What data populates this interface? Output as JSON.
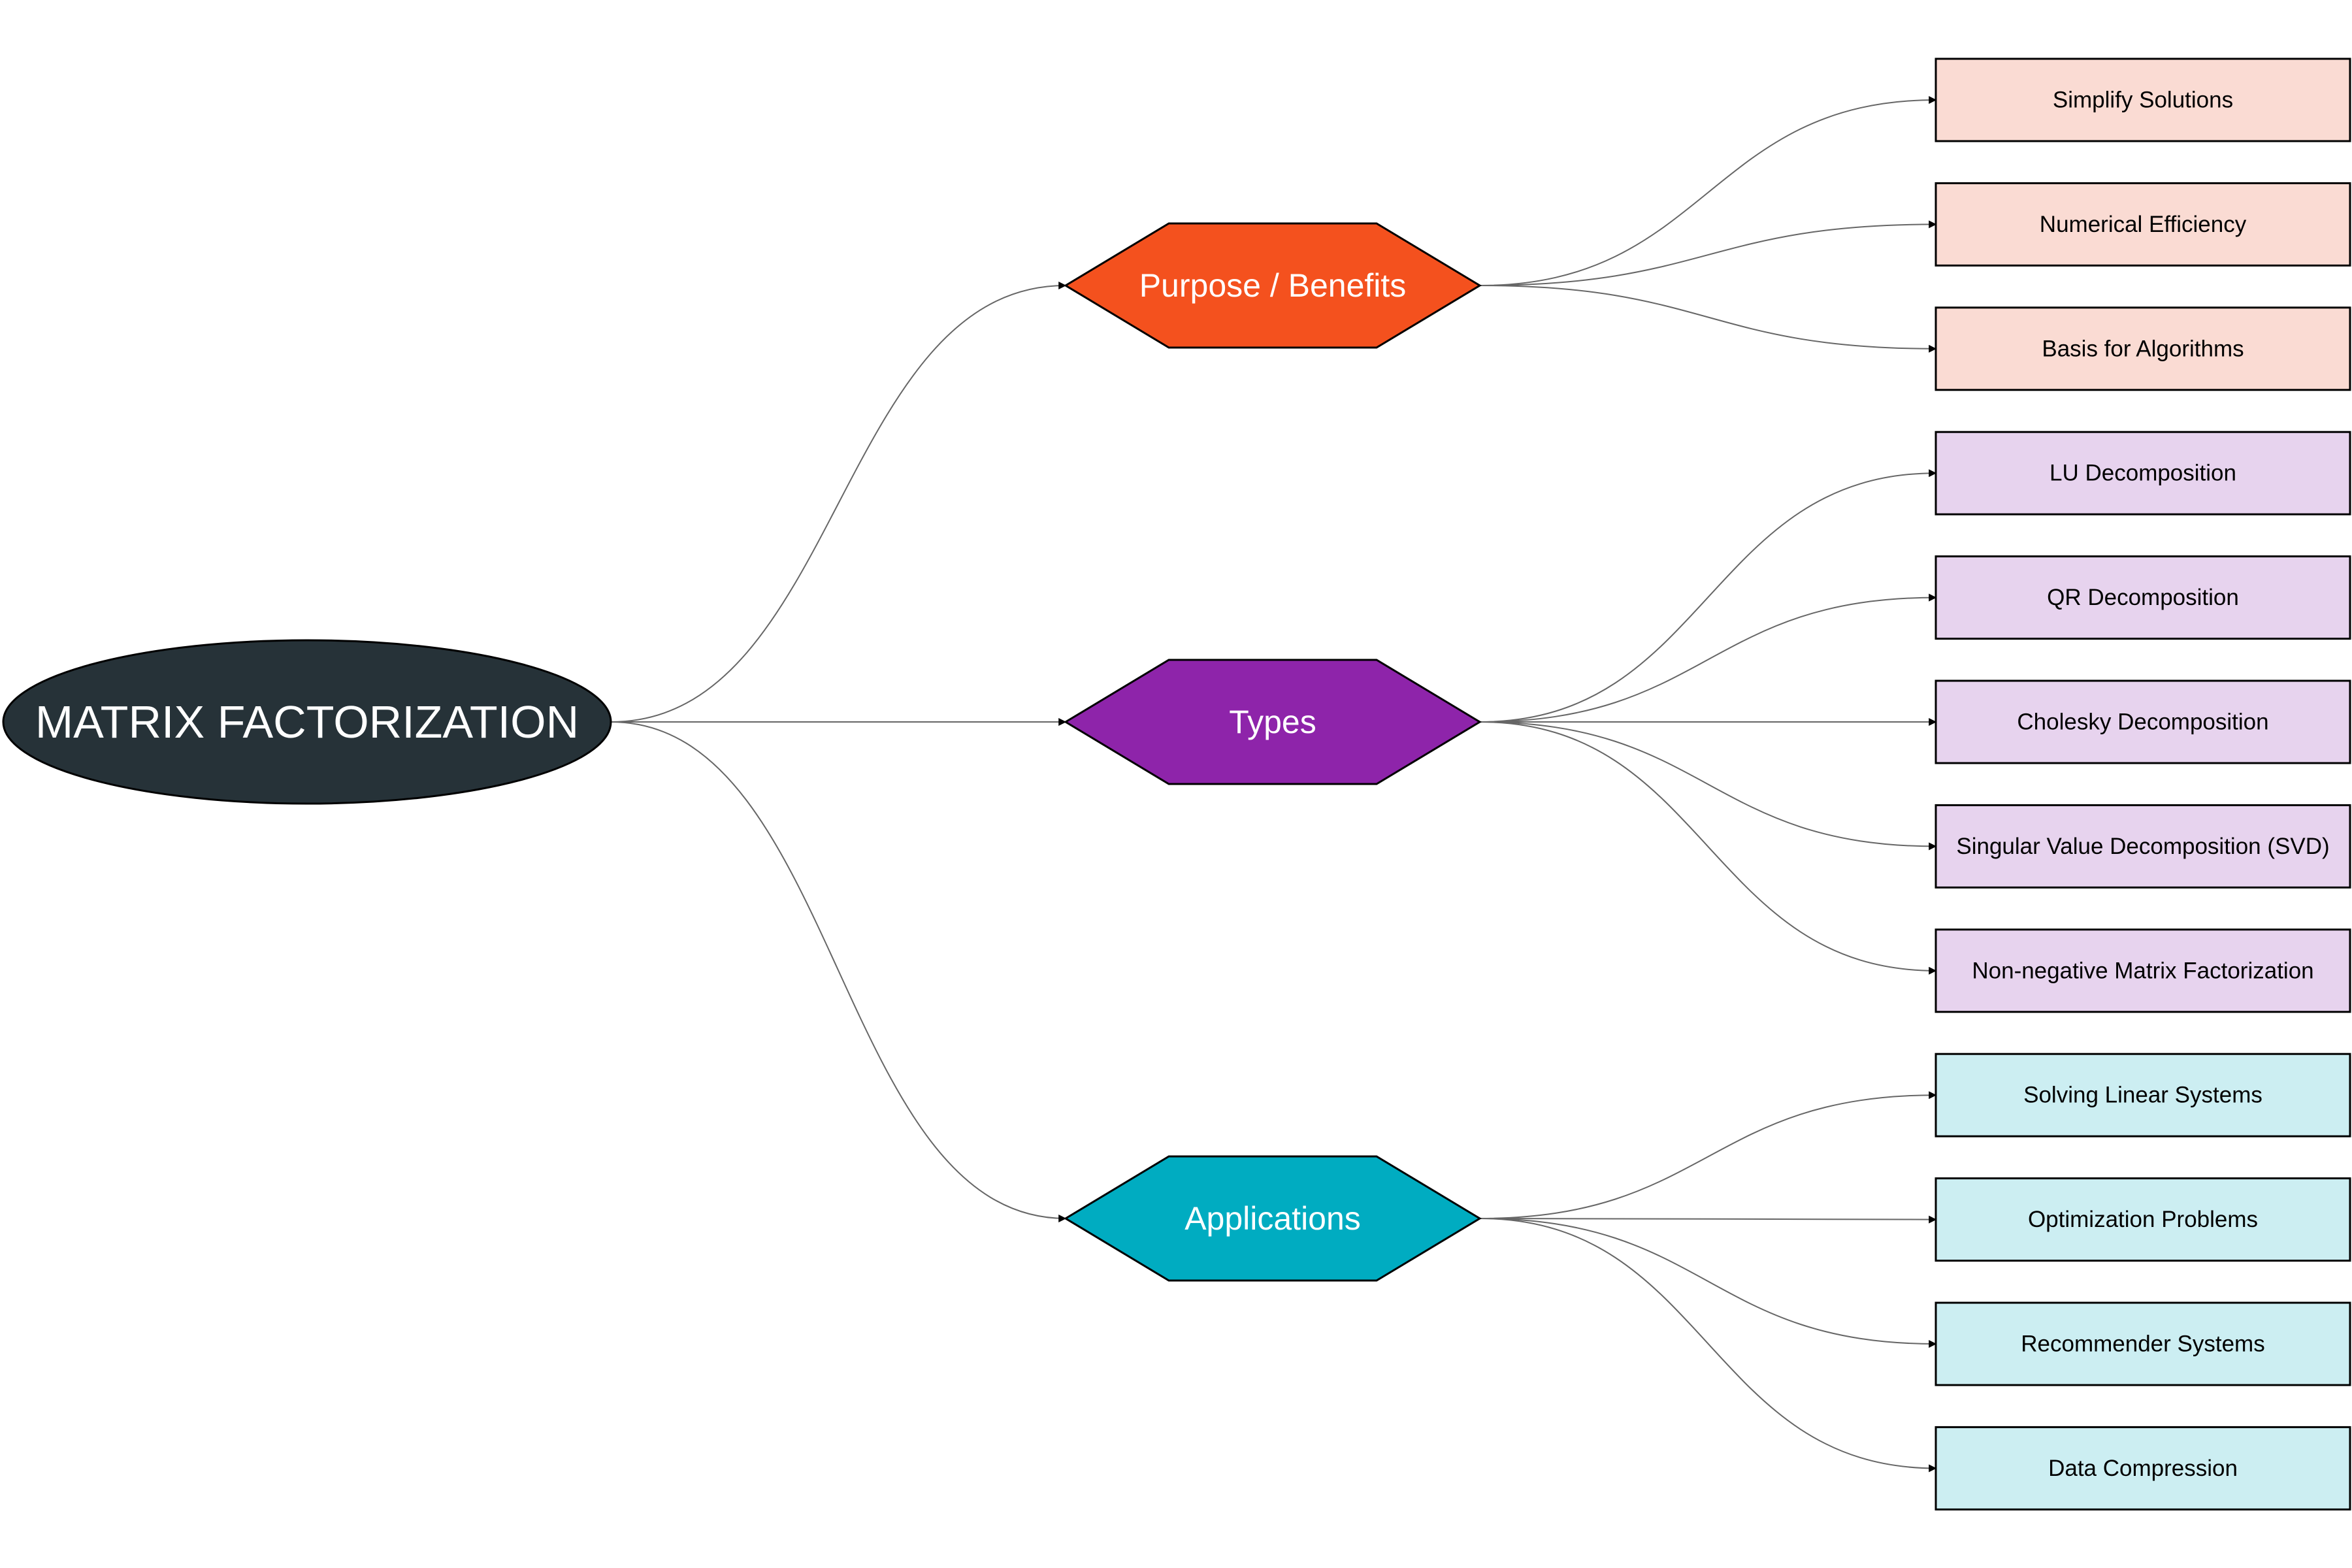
{
  "diagram": {
    "root": {
      "label": "MATRIX FACTORIZATION",
      "color": "#263238"
    },
    "categories": [
      {
        "label": "Purpose / Benefits",
        "color": "#F4511E",
        "leaf_color": "#FADBD3",
        "children": [
          "Simplify Solutions",
          "Numerical Efficiency",
          "Basis for Algorithms"
        ]
      },
      {
        "label": "Types",
        "color": "#8E24AA",
        "leaf_color": "#E7D3EE",
        "children": [
          "LU Decomposition",
          "QR Decomposition",
          "Cholesky Decomposition",
          "Singular Value Decomposition (SVD)",
          "Non-negative Matrix Factorization"
        ]
      },
      {
        "label": "Applications",
        "color": "#00ACC1",
        "leaf_color": "#CCEEF2",
        "children": [
          "Solving Linear Systems",
          "Optimization Problems",
          "Recommender Systems",
          "Data Compression"
        ]
      }
    ],
    "edge_color": "#666666"
  }
}
